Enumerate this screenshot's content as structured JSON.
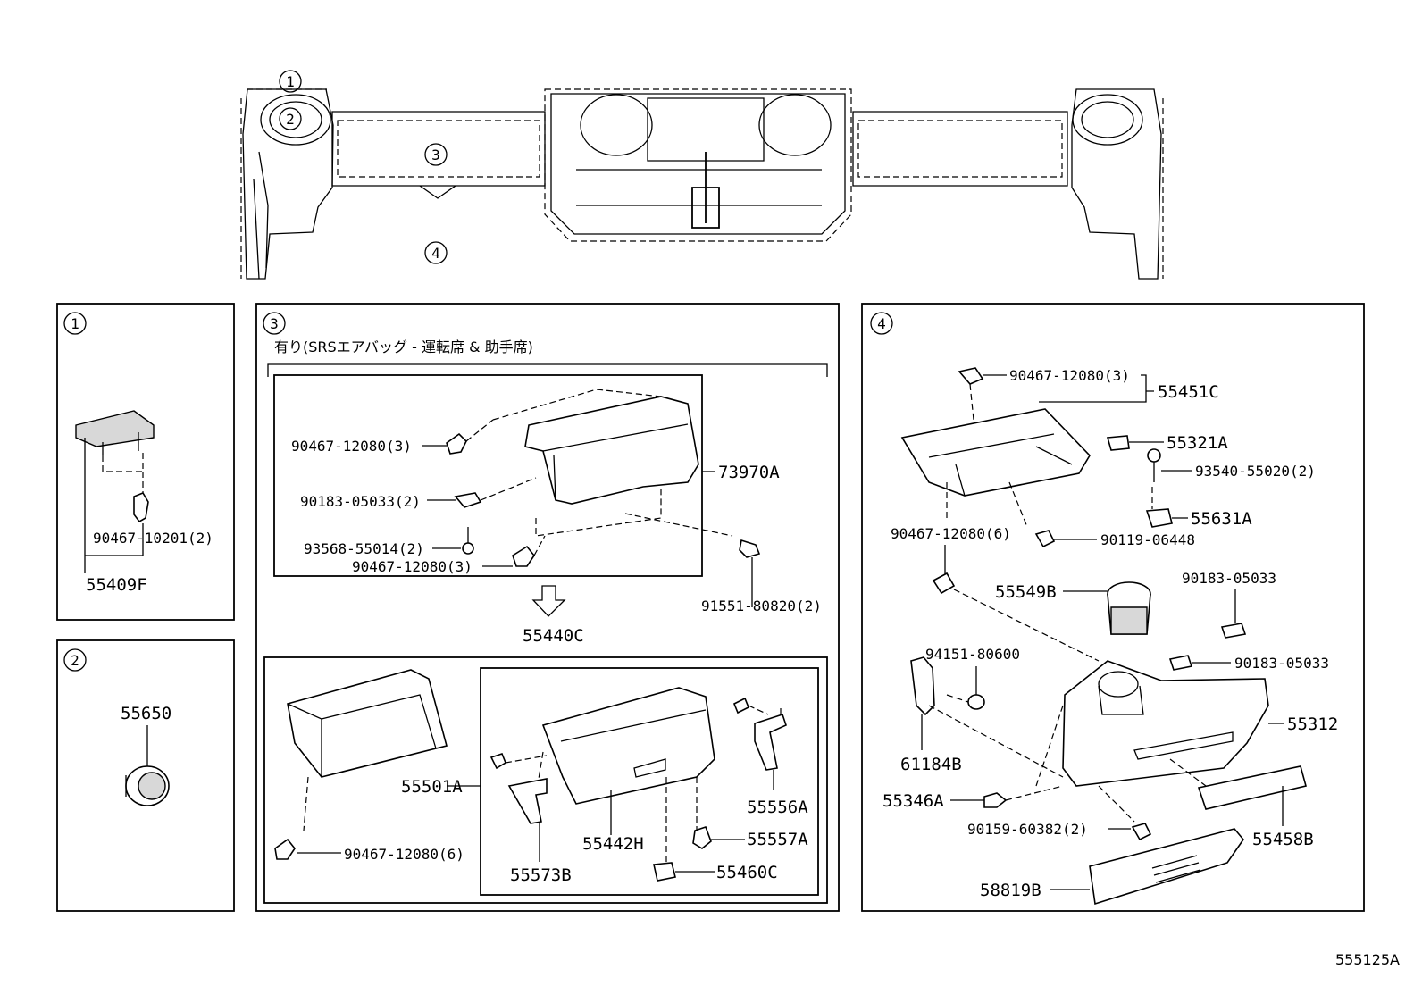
{
  "diagram_id": "555125A",
  "overview": {
    "callouts": [
      "1",
      "2",
      "3",
      "4"
    ]
  },
  "panel1": {
    "number": "1",
    "parts": [
      "90467-10201(2)",
      "55409F"
    ]
  },
  "panel2": {
    "number": "2",
    "parts": [
      "55650"
    ]
  },
  "panel3": {
    "number": "3",
    "note": "有り(SRSエアバッグ - 運転席 & 助手席)",
    "parts": {
      "clip_a": "90467-12080(3)",
      "cover": "73970A",
      "nut_a": "90183-05033(2)",
      "screw_a": "93568-55014(2)",
      "clip_b": "90467-12080(3)",
      "bolt": "91551-80820(2)",
      "assy": "55440C",
      "box": "55501A",
      "clip_c": "90467-12080(6)",
      "door": "55442H",
      "hinge": "55573B",
      "stopper": "55556A",
      "cushion": "55557A",
      "lock": "55460C"
    }
  },
  "panel4": {
    "number": "4",
    "parts": {
      "clip_a": "90467-12080(3)",
      "bracket_assy": "55451C",
      "bracket_a": "55321A",
      "screw_a": "93540-55020(2)",
      "bracket_b": "55631A",
      "clip_b": "90467-12080(6)",
      "screw_b": "90119-06448",
      "cup": "55549B",
      "nut_a": "90183-05033",
      "nut_b": "90183-05033",
      "nut_c": "94151-80600",
      "panel": "55312",
      "bracket_c": "61184B",
      "plug": "55346A",
      "screw_c": "90159-60382(2)",
      "trim": "55458B",
      "vent": "58819B"
    }
  }
}
